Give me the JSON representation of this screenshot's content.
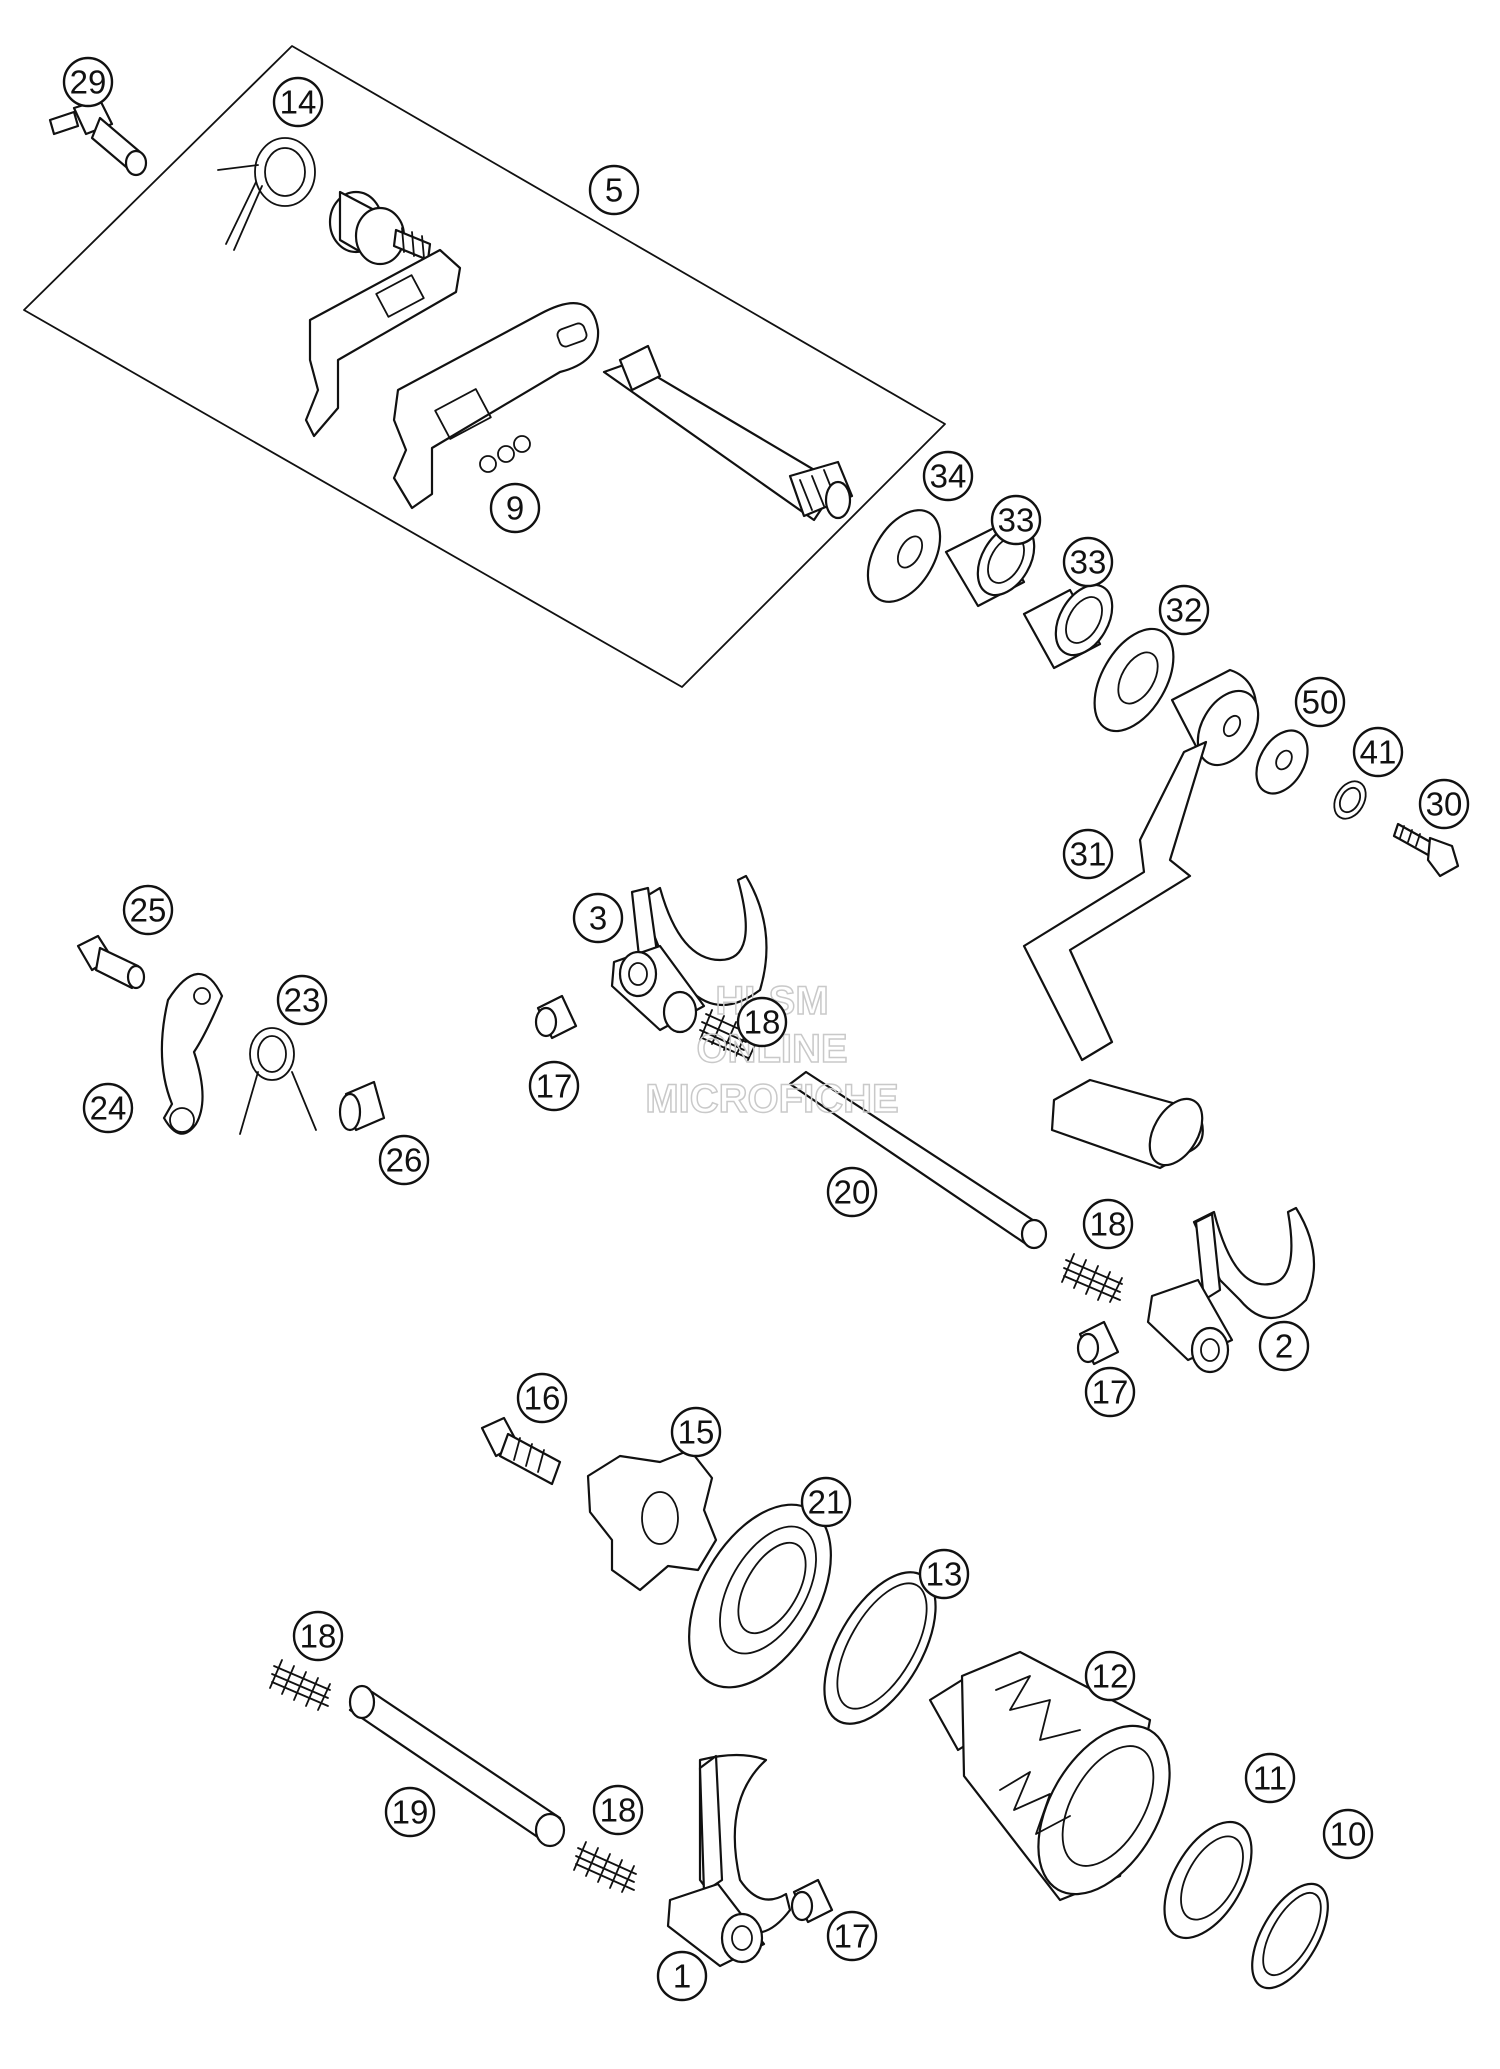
{
  "diagram": {
    "callouts": [
      "29",
      "14",
      "5",
      "9",
      "34",
      "33",
      "33",
      "32",
      "50",
      "41",
      "30",
      "31",
      "25",
      "23",
      "24",
      "26",
      "3",
      "18",
      "17",
      "20",
      "18",
      "2",
      "17",
      "16",
      "15",
      "21",
      "13",
      "12",
      "11",
      "10",
      "18",
      "19",
      "18",
      "1",
      "17"
    ],
    "watermark": [
      "HLSM",
      "ONLINE",
      "MICROFICHE"
    ]
  }
}
